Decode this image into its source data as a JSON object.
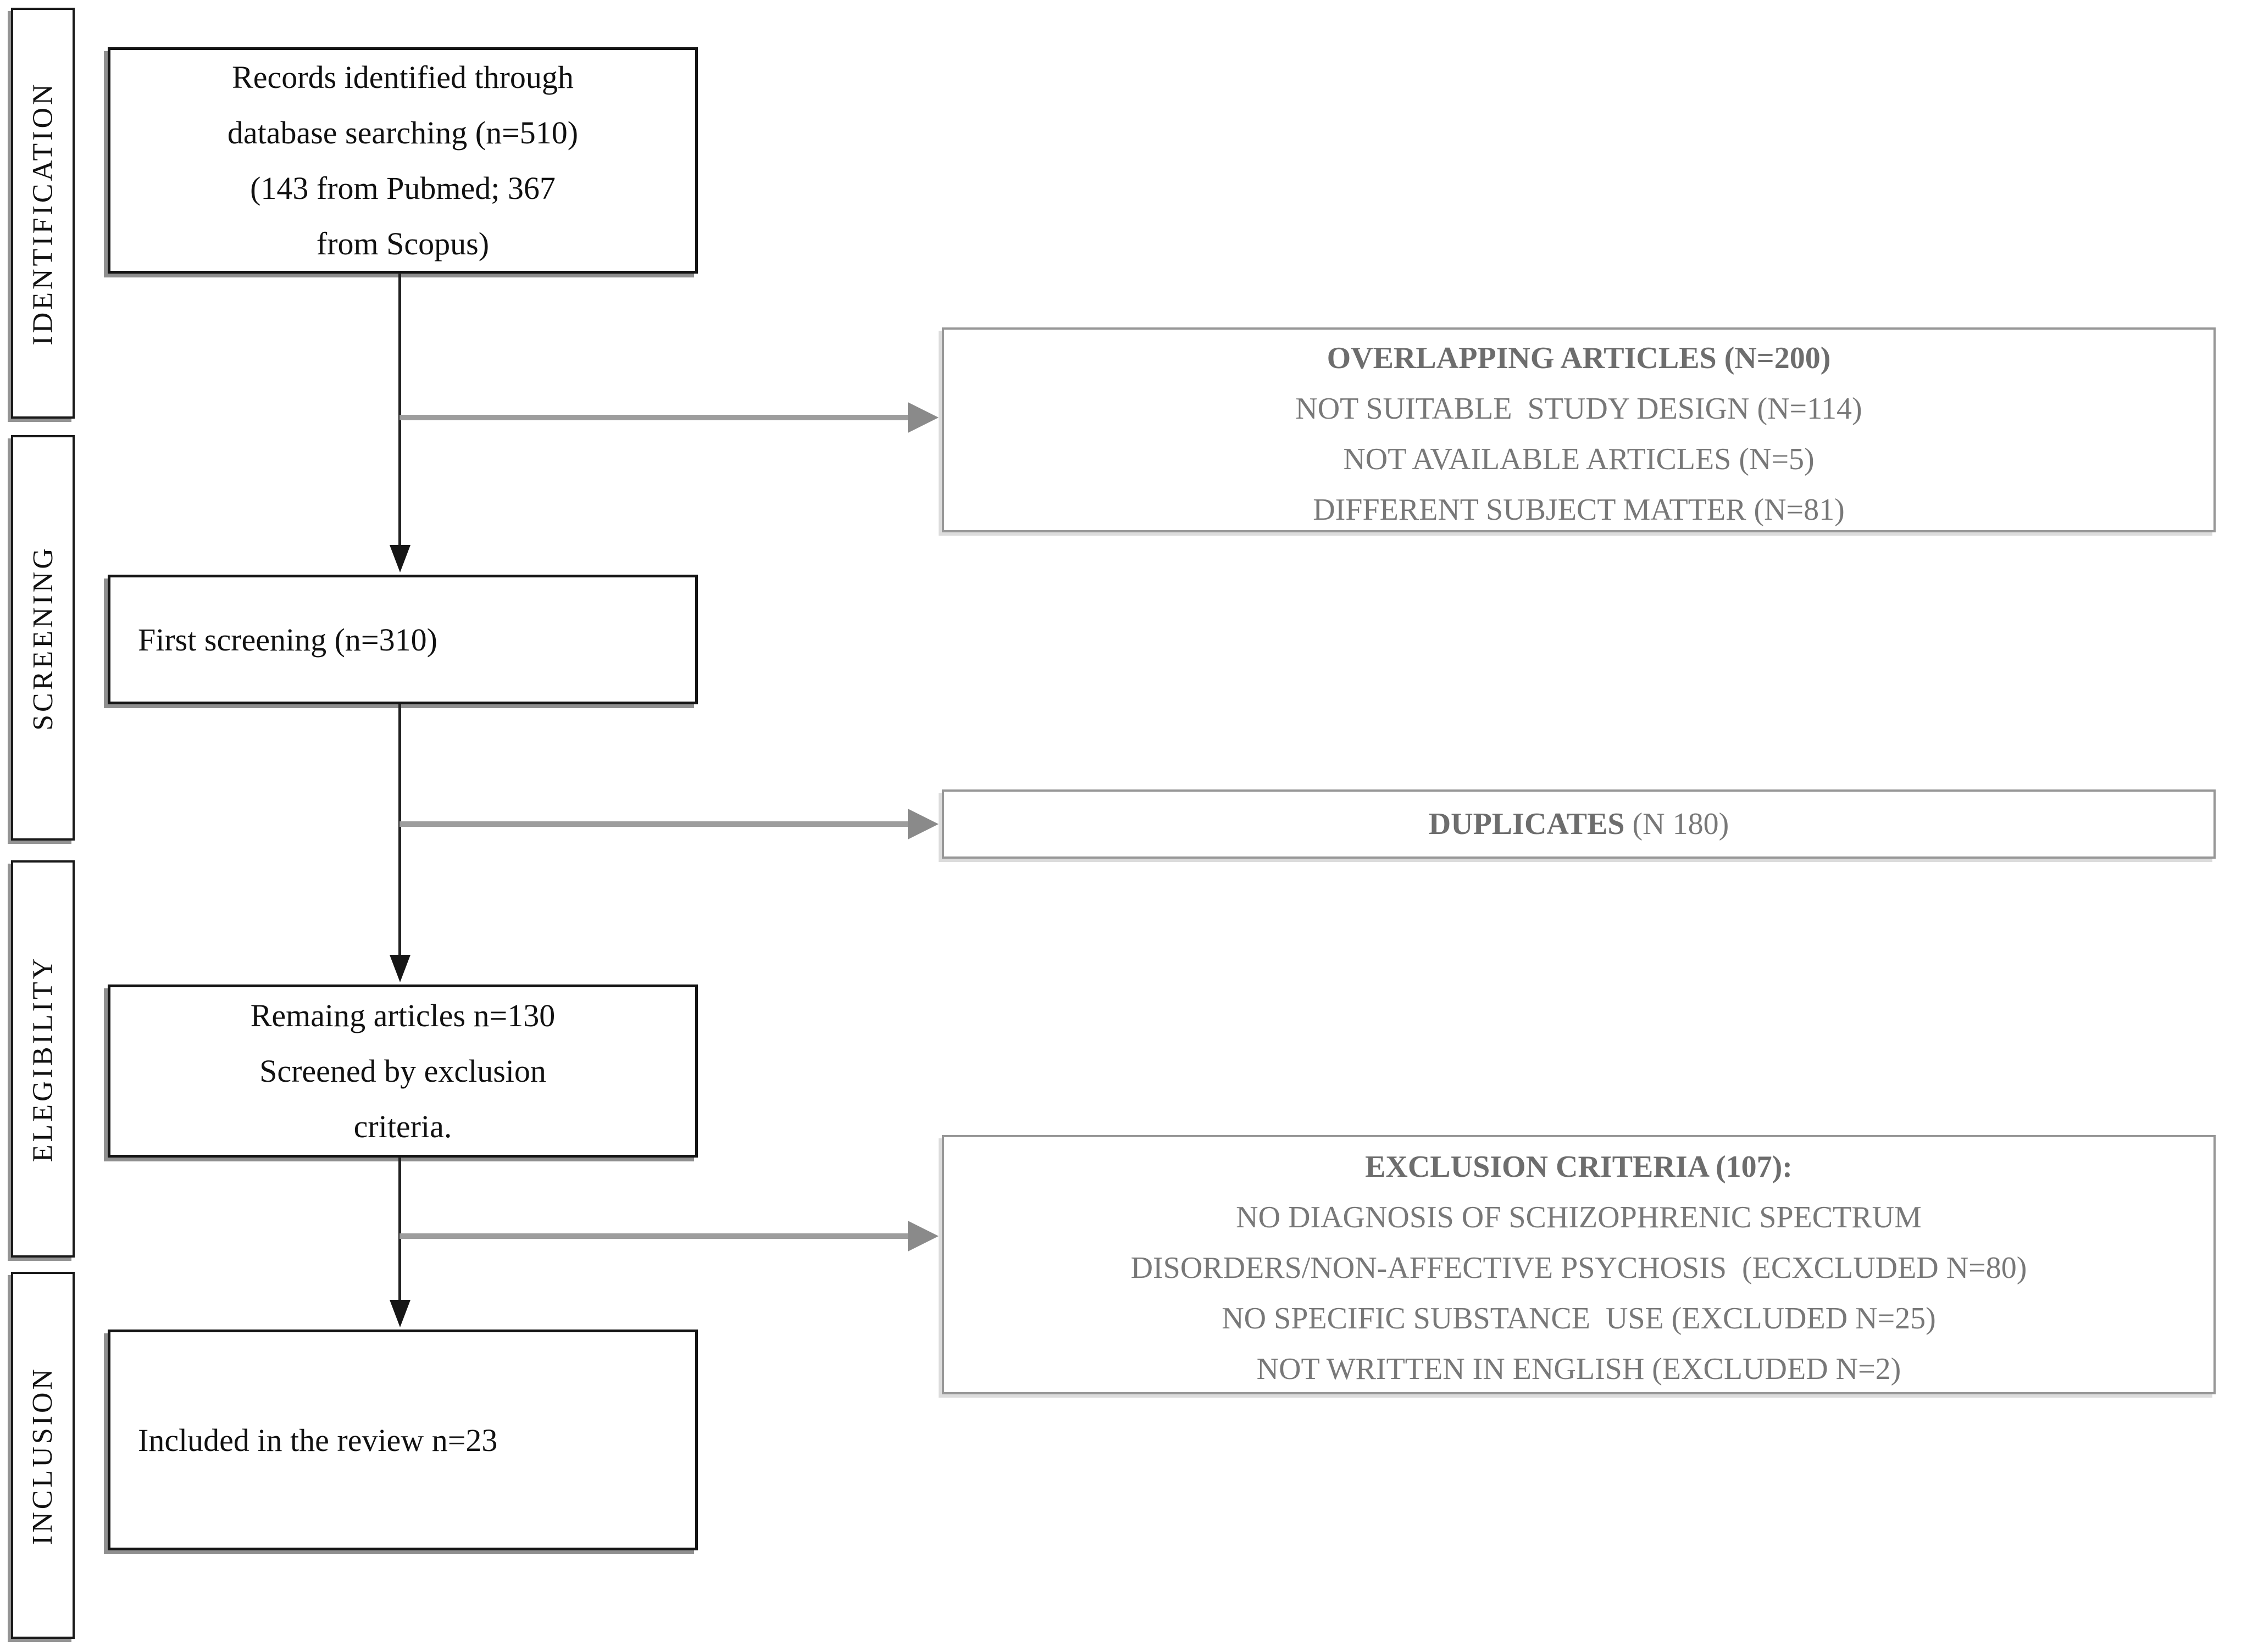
{
  "stages": [
    {
      "label": "IDENTIFICATION"
    },
    {
      "label": "SCREENING"
    },
    {
      "label": "ELEGIBILITY"
    },
    {
      "label": "INCLUSION"
    }
  ],
  "flow_boxes": [
    {
      "lines": [
        "Records identified through",
        "database searching (n=510)",
        "(143 from Pubmed; 367",
        "from Scopus)"
      ]
    },
    {
      "lines": [
        "First screening (n=310)"
      ]
    },
    {
      "lines": [
        "Remaing articles n=130",
        "Screened by exclusion",
        "criteria."
      ]
    },
    {
      "lines": [
        "Included in the review n=23"
      ]
    }
  ],
  "side_boxes": [
    {
      "title": "OVERLAPPING ARTICLES (N=200)",
      "items": [
        "NOT SUITABLE  STUDY DESIGN (N=114)",
        "NOT AVAILABLE ARTICLES (N=5)",
        "DIFFERENT SUBJECT MATTER (N=81)"
      ]
    },
    {
      "label_bold": "DUPLICATES",
      "label_rest": " (N 180)"
    },
    {
      "title": "EXCLUSION CRITERIA (107):",
      "items": [
        "NO DIAGNOSIS OF SCHIZOPHRENIC SPECTRUM",
        "DISORDERS/NON-AFFECTIVE PSYCHOSIS  (ECXCLUDED N=80)",
        "NO SPECIFIC SUBSTANCE  USE (EXCLUDED N=25)",
        "NOT WRITTEN IN ENGLISH (EXCLUDED N=2)"
      ]
    }
  ],
  "colors": {
    "flow_box_border": "#141414",
    "flow_box_shadow": "#8f8f8f",
    "side_box_border": "#979797",
    "side_text": "#787878",
    "main_text": "#111111",
    "vertical_arrow": "#222222",
    "horizontal_arrow": "#9d9d9d"
  }
}
